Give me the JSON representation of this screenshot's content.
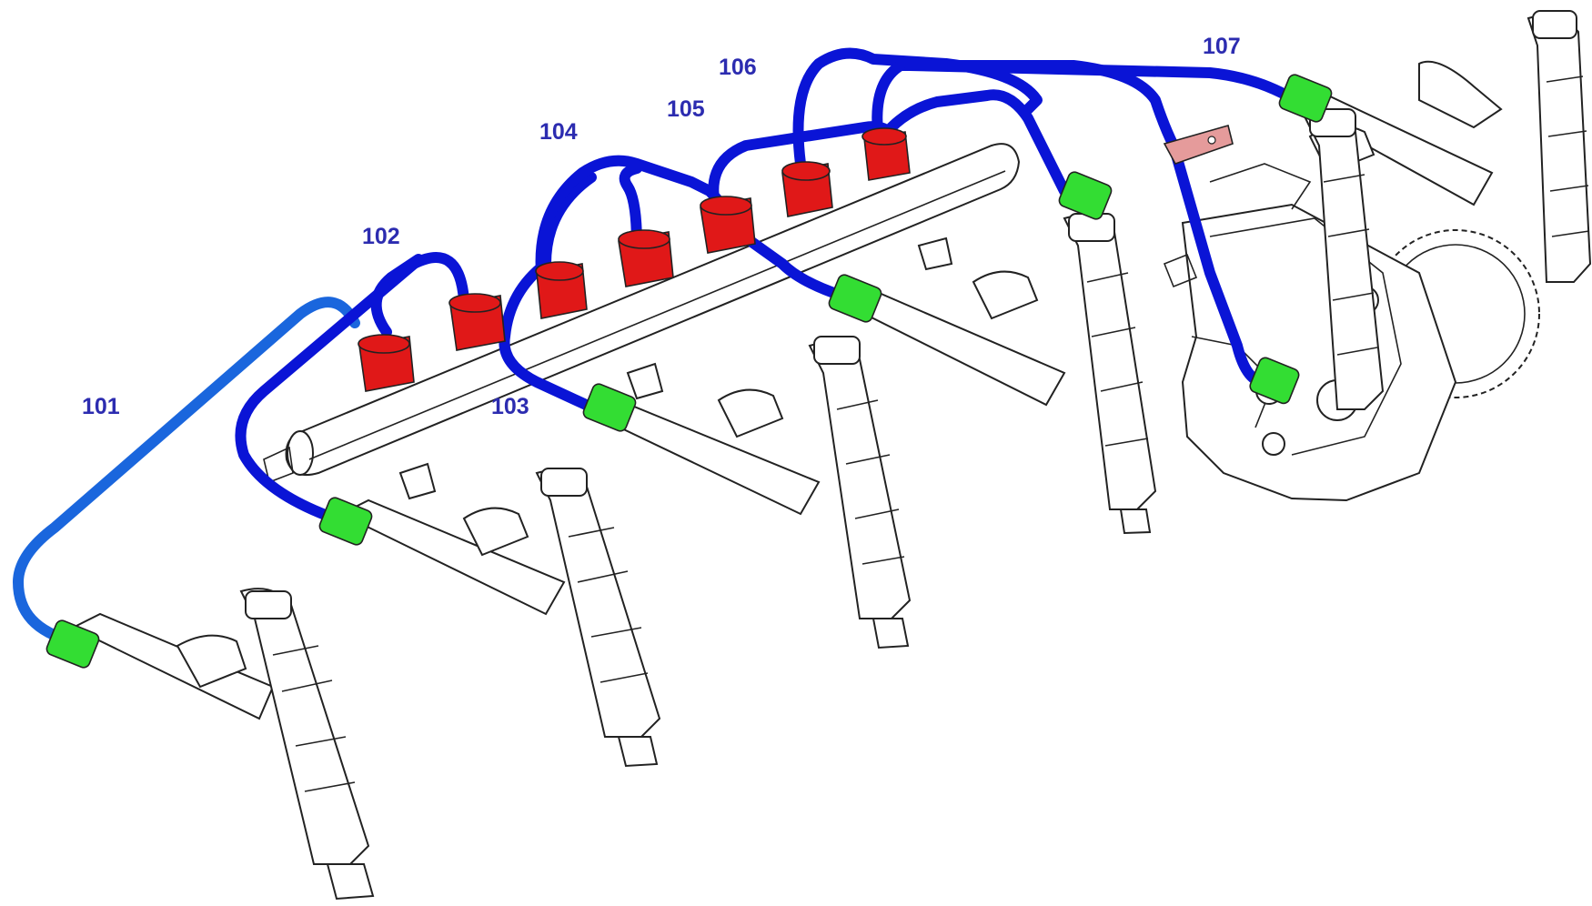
{
  "diagram": {
    "labels": {
      "l101": "101",
      "l102": "102",
      "l103": "103",
      "l104": "104",
      "l105": "105",
      "l106": "106",
      "l107": "107"
    },
    "colors": {
      "label": "#2c2cb0",
      "pipe": "#0a14d6",
      "pipe_101": "#1a66dd",
      "rail_fitting": "#e01818",
      "injector_fitting": "#33dd33",
      "bracket": "#e59b9b",
      "line_art": "#222222"
    }
  }
}
